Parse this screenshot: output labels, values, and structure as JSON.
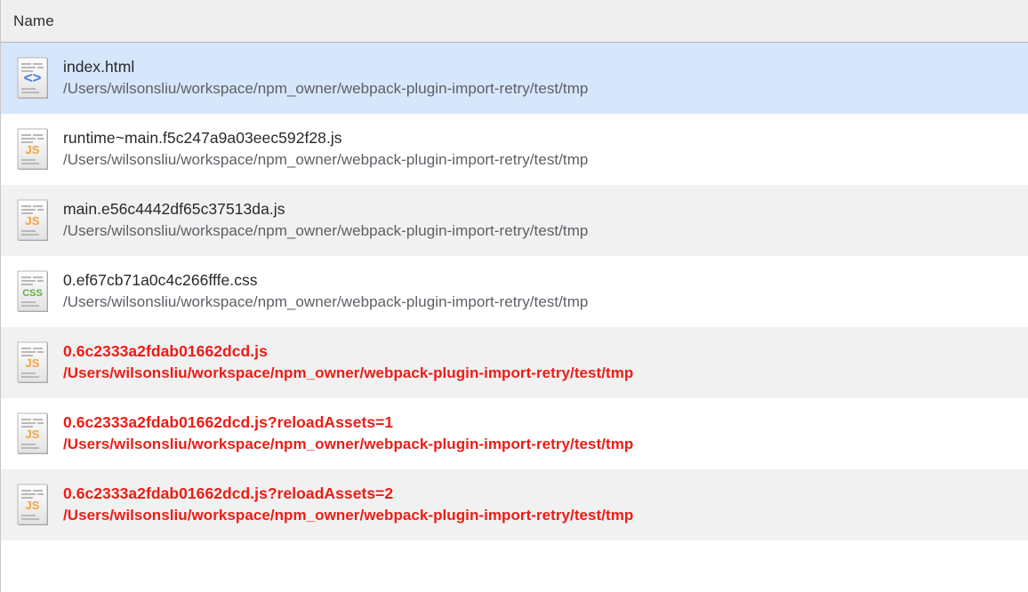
{
  "header": {
    "columns": [
      {
        "label": "Name"
      }
    ]
  },
  "colors": {
    "header_bg": "#efefef",
    "row_bg": "#ffffff",
    "row_alt_bg": "#f1f1f1",
    "row_selected_bg": "#d6e6fb",
    "text": "#26292d",
    "path_text": "#5c6066",
    "error_text": "#ed1c16",
    "html_icon_accent": "#4a7fe0",
    "js_icon_accent": "#f2a33c",
    "css_icon_accent": "#5cb13a"
  },
  "common": {
    "path": "/Users/wilsonsliu/workspace/npm_owner/webpack-plugin-import-retry/test/tmp"
  },
  "files": [
    {
      "name": "index.html",
      "path": "/Users/wilsonsliu/workspace/npm_owner/webpack-plugin-import-retry/test/tmp",
      "icon": "html-file-icon",
      "icon_label": "<>",
      "selected": true,
      "error": false,
      "striped": false
    },
    {
      "name": "runtime~main.f5c247a9a03eec592f28.js",
      "path": "/Users/wilsonsliu/workspace/npm_owner/webpack-plugin-import-retry/test/tmp",
      "icon": "js-file-icon",
      "icon_label": "JS",
      "selected": false,
      "error": false,
      "striped": false
    },
    {
      "name": "main.e56c4442df65c37513da.js",
      "path": "/Users/wilsonsliu/workspace/npm_owner/webpack-plugin-import-retry/test/tmp",
      "icon": "js-file-icon",
      "icon_label": "JS",
      "selected": false,
      "error": false,
      "striped": true
    },
    {
      "name": "0.ef67cb71a0c4c266fffe.css",
      "path": "/Users/wilsonsliu/workspace/npm_owner/webpack-plugin-import-retry/test/tmp",
      "icon": "css-file-icon",
      "icon_label": "CSS",
      "selected": false,
      "error": false,
      "striped": false
    },
    {
      "name": "0.6c2333a2fdab01662dcd.js",
      "path": "/Users/wilsonsliu/workspace/npm_owner/webpack-plugin-import-retry/test/tmp",
      "icon": "js-file-icon",
      "icon_label": "JS",
      "selected": false,
      "error": true,
      "striped": true
    },
    {
      "name": "0.6c2333a2fdab01662dcd.js?reloadAssets=1",
      "path": "/Users/wilsonsliu/workspace/npm_owner/webpack-plugin-import-retry/test/tmp",
      "icon": "js-file-icon",
      "icon_label": "JS",
      "selected": false,
      "error": true,
      "striped": false
    },
    {
      "name": "0.6c2333a2fdab01662dcd.js?reloadAssets=2",
      "path": "/Users/wilsonsliu/workspace/npm_owner/webpack-plugin-import-retry/test/tmp",
      "icon": "js-file-icon",
      "icon_label": "JS",
      "selected": false,
      "error": true,
      "striped": true
    }
  ]
}
